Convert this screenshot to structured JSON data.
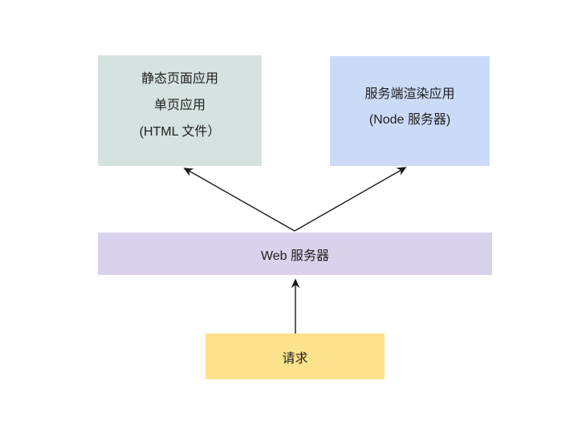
{
  "diagram": {
    "background_color": "#ffffff",
    "text_color": "#1f1f1f",
    "arrow_color": "#1a1a1a",
    "nodes": {
      "static_app": {
        "lines": [
          "静态页面应用",
          "单页应用",
          "(HTML 文件）"
        ],
        "fill": "#d5e2df"
      },
      "ssr_app": {
        "lines": [
          "服务端渲染应用",
          "(Node 服务器)"
        ],
        "fill": "#cbdbf7"
      },
      "web_server": {
        "label": "Web 服务器",
        "fill": "#dad2eb"
      },
      "request": {
        "label": "请求",
        "fill": "#fde28d"
      }
    },
    "arrows": [
      {
        "name": "web-server-to-static-app"
      },
      {
        "name": "web-server-to-ssr-app"
      },
      {
        "name": "request-to-web-server"
      }
    ]
  }
}
